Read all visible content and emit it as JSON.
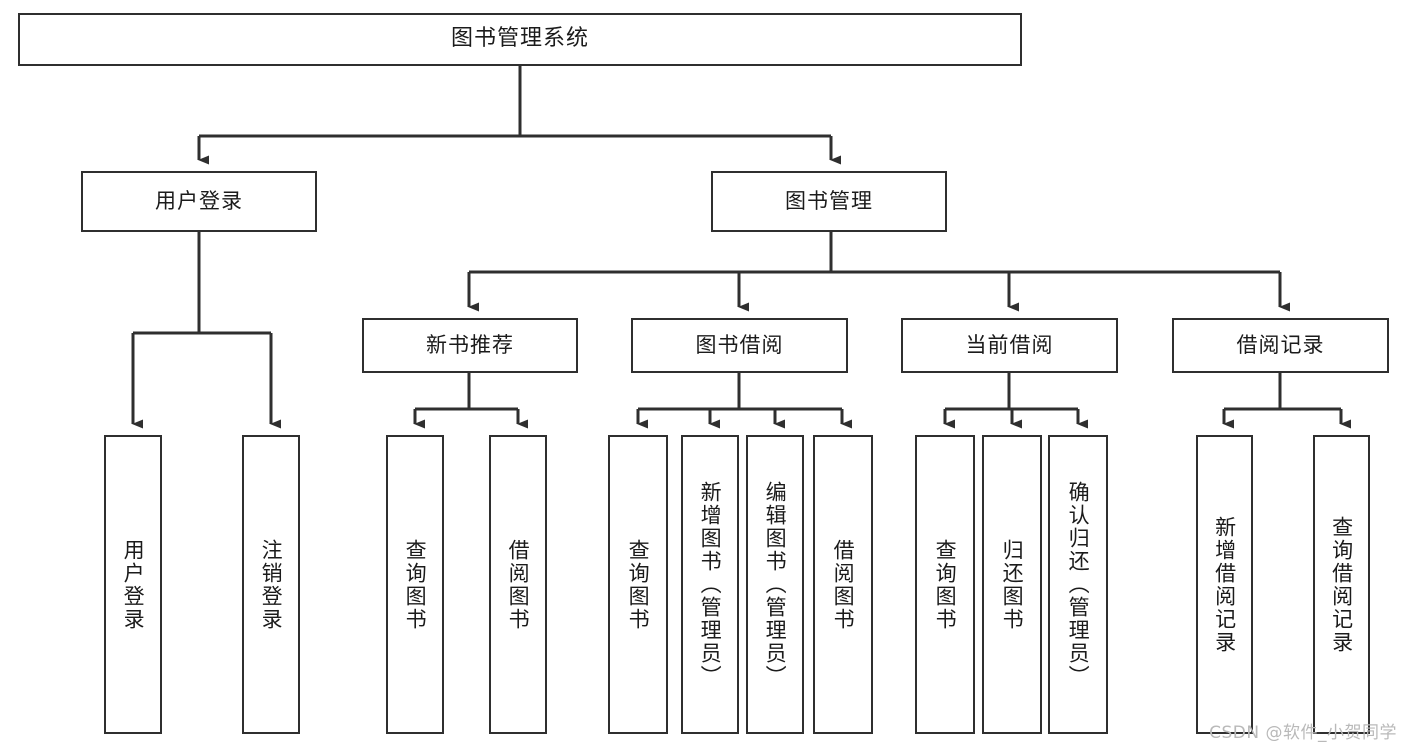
{
  "diagram": {
    "type": "tree-hierarchy",
    "title": "图书管理系统",
    "orientation": "top-down",
    "colors": {
      "box_stroke": "#2f2f2f",
      "box_fill": "#ffffff",
      "edge_stroke": "#2f2f2f",
      "text": "#1b1b1b",
      "watermark": "#b9b9b9",
      "background": "#ffffff"
    },
    "root": {
      "label": "图书管理系统"
    },
    "level2": [
      {
        "label": "用户登录"
      },
      {
        "label": "图书管理"
      }
    ],
    "level3": [
      {
        "label": "新书推荐"
      },
      {
        "label": "图书借阅"
      },
      {
        "label": "当前借阅"
      },
      {
        "label": "借阅记录"
      }
    ],
    "leaves": {
      "user_login": [
        {
          "label": "用户登录"
        },
        {
          "label": "注销登录"
        }
      ],
      "new_book_recommend": [
        {
          "label": "查询图书"
        },
        {
          "label": "借阅图书"
        }
      ],
      "book_borrow": [
        {
          "label": "查询图书"
        },
        {
          "label": "新增图书（管理员）"
        },
        {
          "label": "编辑图书（管理员）"
        },
        {
          "label": "借阅图书"
        }
      ],
      "current_borrow": [
        {
          "label": "查询图书"
        },
        {
          "label": "归还图书"
        },
        {
          "label": "确认归还（管理员）"
        }
      ],
      "borrow_records": [
        {
          "label": "新增借阅记录"
        },
        {
          "label": "查询借阅记录"
        }
      ]
    }
  },
  "watermark": {
    "text": "CSDN @软件_小贺同学"
  }
}
